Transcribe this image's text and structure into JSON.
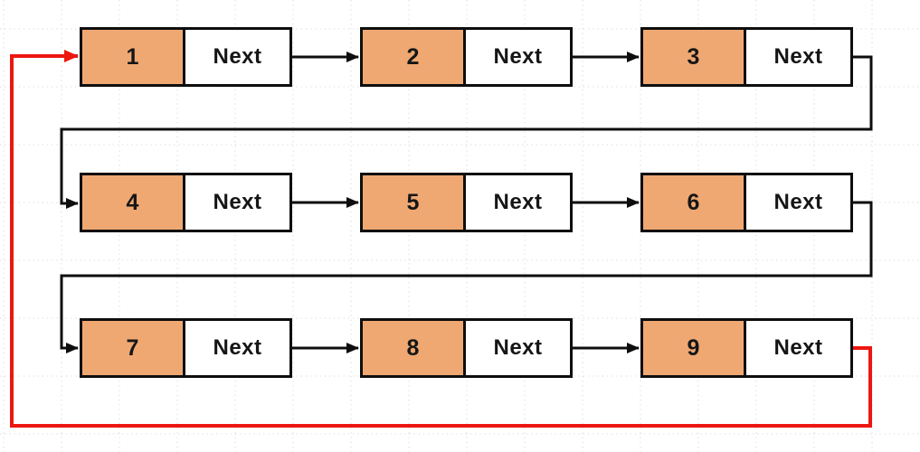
{
  "nodes": [
    {
      "value": "1",
      "next_label": "Next"
    },
    {
      "value": "2",
      "next_label": "Next"
    },
    {
      "value": "3",
      "next_label": "Next"
    },
    {
      "value": "4",
      "next_label": "Next"
    },
    {
      "value": "5",
      "next_label": "Next"
    },
    {
      "value": "6",
      "next_label": "Next"
    },
    {
      "value": "7",
      "next_label": "Next"
    },
    {
      "value": "8",
      "next_label": "Next"
    },
    {
      "value": "9",
      "next_label": "Next"
    }
  ],
  "connections": [
    {
      "from": "1",
      "to": "2",
      "type": "next"
    },
    {
      "from": "2",
      "to": "3",
      "type": "next"
    },
    {
      "from": "3",
      "to": "4",
      "type": "next"
    },
    {
      "from": "4",
      "to": "5",
      "type": "next"
    },
    {
      "from": "5",
      "to": "6",
      "type": "next"
    },
    {
      "from": "6",
      "to": "7",
      "type": "next"
    },
    {
      "from": "7",
      "to": "8",
      "type": "next"
    },
    {
      "from": "8",
      "to": "9",
      "type": "next"
    },
    {
      "from": "9",
      "to": "1",
      "type": "circular-return"
    }
  ],
  "colors": {
    "node_fill": "#EFA872",
    "next_fill": "#FFFFFF",
    "line": "#0E0E0E",
    "return_line": "#EC1710",
    "grid_line": "#D7D7D7",
    "text": "#161616",
    "canvas_bg": "#FFFFFF"
  }
}
